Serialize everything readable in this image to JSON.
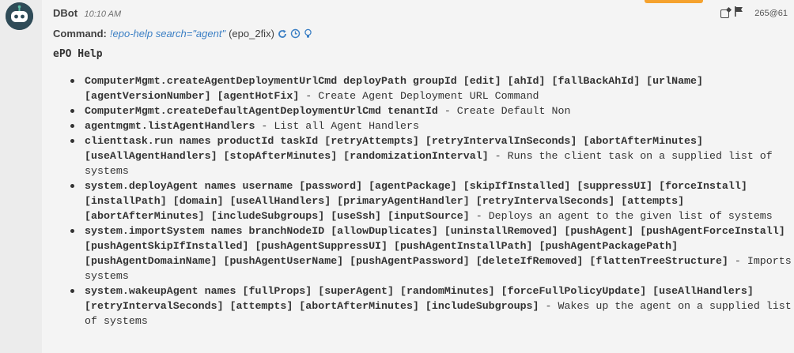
{
  "message": {
    "sender": "DBot",
    "time": "10:10 AM",
    "entry_id": "265@61",
    "command_label": "Command:",
    "command_text": "!epo-help search=\"agent\"",
    "command_context": "(epo_2fix)",
    "icons": [
      "refresh-icon",
      "clock-icon",
      "lightbulb-icon",
      "note-icon",
      "flag-icon",
      "bot-avatar-icon"
    ]
  },
  "help": {
    "title": "ePO Help",
    "items": [
      {
        "signature": "ComputerMgmt.createAgentDeploymentUrlCmd deployPath groupId [edit] [ahId] [fallBackAhId] [urlName] [agentVersionNumber] [agentHotFix]",
        "description": " - Create Agent Deployment URL Command"
      },
      {
        "signature": "ComputerMgmt.createDefaultAgentDeploymentUrlCmd tenantId",
        "description": " - Create Default Non"
      },
      {
        "signature": "agentmgmt.listAgentHandlers",
        "description": " - List all Agent Handlers"
      },
      {
        "signature": "clienttask.run names productId taskId [retryAttempts] [retryIntervalInSeconds] [abortAfterMinutes] [useAllAgentHandlers] [stopAfterMinutes] [randomizationInterval]",
        "description": " - Runs the client task on a supplied list of systems"
      },
      {
        "signature": "system.deployAgent names username [password] [agentPackage] [skipIfInstalled] [suppressUI] [forceInstall] [installPath] [domain] [useAllHandlers] [primaryAgentHandler] [retryIntervalSeconds] [attempts] [abortAfterMinutes] [includeSubgroups] [useSsh] [inputSource]",
        "description": " - Deploys an agent to the given list of systems"
      },
      {
        "signature": "system.importSystem names branchNodeID [allowDuplicates] [uninstallRemoved] [pushAgent] [pushAgentForceInstall] [pushAgentSkipIfInstalled] [pushAgentSuppressUI] [pushAgentInstallPath] [pushAgentPackagePath] [pushAgentDomainName] [pushAgentUserName] [pushAgentPassword] [deleteIfRemoved] [flattenTreeStructure]",
        "description": " - Imports systems"
      },
      {
        "signature": "system.wakeupAgent names [fullProps] [superAgent] [randomMinutes] [forceFullPolicyUpdate] [useAllHandlers] [retryIntervalSeconds] [attempts] [abortAfterMinutes] [includeSubgroups]",
        "description": " - Wakes up the agent on a supplied list of systems"
      }
    ]
  }
}
